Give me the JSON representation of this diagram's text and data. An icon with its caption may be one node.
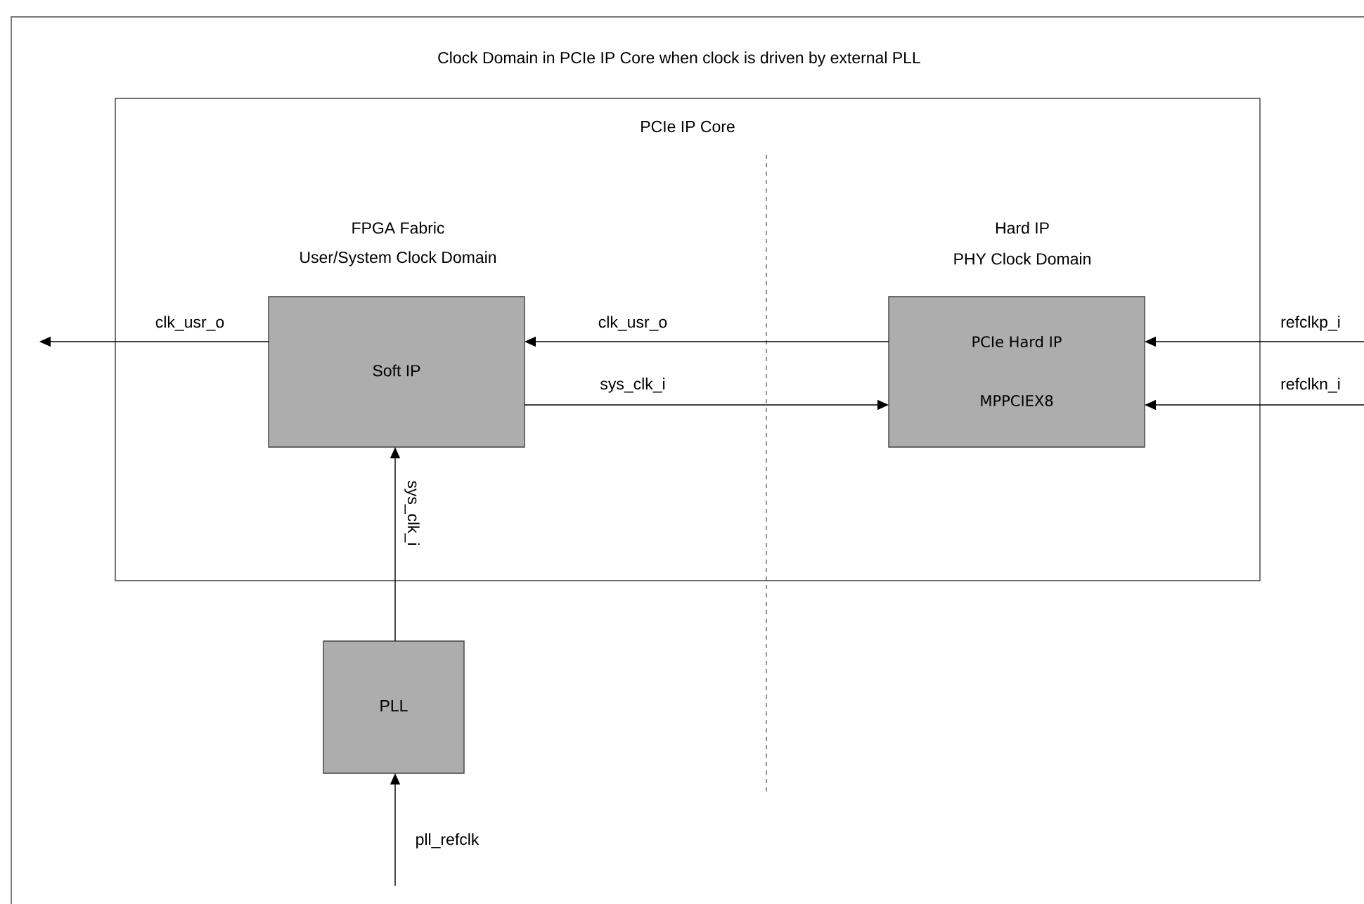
{
  "diagram": {
    "title": "Clock Domain in PCIe IP Core when clock is driven by external PLL",
    "nodes": [
      {
        "text": [
          "PCIe IP Core"
        ]
      },
      {
        "text": [
          "Soft IP"
        ],
        "in": 0
      },
      {
        "text": [
          "PCIe Hard IP",
          "MPPCIEX8"
        ],
        "in": 0
      },
      {
        "text": [
          "PLL"
        ]
      }
    ],
    "edges": [
      {
        "from": 1,
        "to": null,
        "arrow": "to",
        "label": "clk_usr_o"
      },
      {
        "from": 2,
        "to": 1,
        "arrow": "to",
        "label": "clk_usr_o"
      },
      {
        "from": 1,
        "to": 2,
        "arrow": "to",
        "label": "sys_clk_i"
      },
      {
        "from": null,
        "to": 2,
        "arrow": "to",
        "label": "refclkp_i"
      },
      {
        "from": null,
        "to": 2,
        "arrow": "to",
        "label": "refclkn_i"
      },
      {
        "from": 3,
        "to": 1,
        "arrow": "to",
        "label": "sys_clk_i"
      },
      {
        "from": null,
        "to": 3,
        "arrow": "to",
        "label": "pll_refclk"
      }
    ],
    "labels": [
      "FPGA Fabric",
      "User/System Clock Domain",
      "Hard IP",
      "PHY Clock Domain"
    ]
  }
}
